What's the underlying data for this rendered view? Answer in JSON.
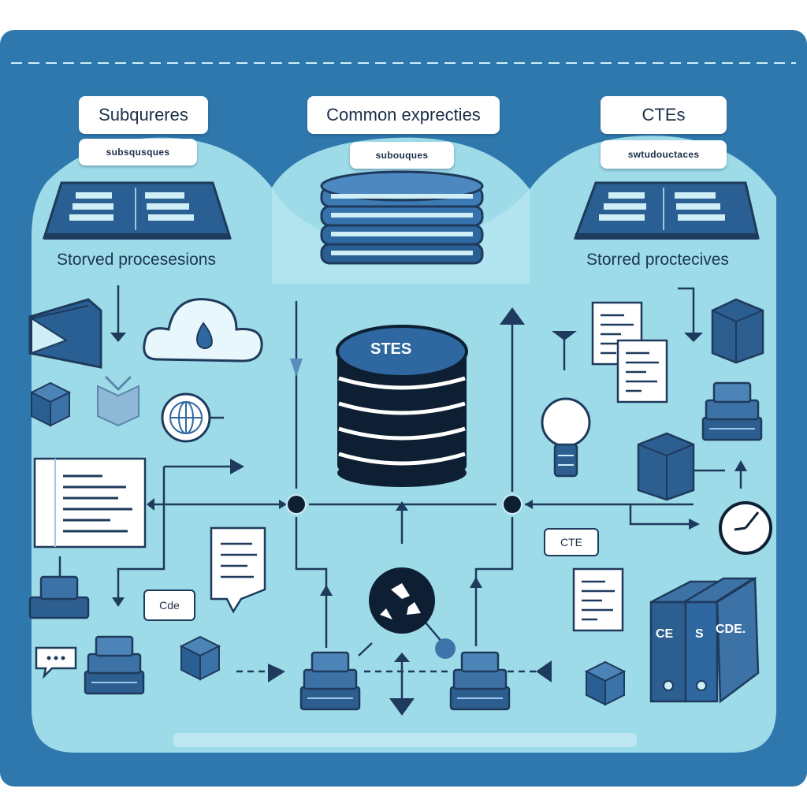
{
  "columns": {
    "left": {
      "title": "Subqureres",
      "subtitle": "subsqusques",
      "caption": "Storved procesesions"
    },
    "center": {
      "title": "Common exprecties",
      "subtitle": "subouques"
    },
    "right": {
      "title": "CTEs",
      "subtitle": "swtudouctaces",
      "caption": "Storred proctecives"
    }
  },
  "center_database": {
    "label": "STES"
  },
  "tags": {
    "code_left": "Cde",
    "cte_right": "CTE"
  },
  "binders": {
    "spine_left": "CE",
    "spine_mid": "S",
    "spine_right": "CDE."
  },
  "colors": {
    "frame": "#2f78ad",
    "panel": "#9edbe8",
    "dark": "#1e3a5c",
    "mid": "#2f5f8f",
    "light": "#cfeef6"
  }
}
